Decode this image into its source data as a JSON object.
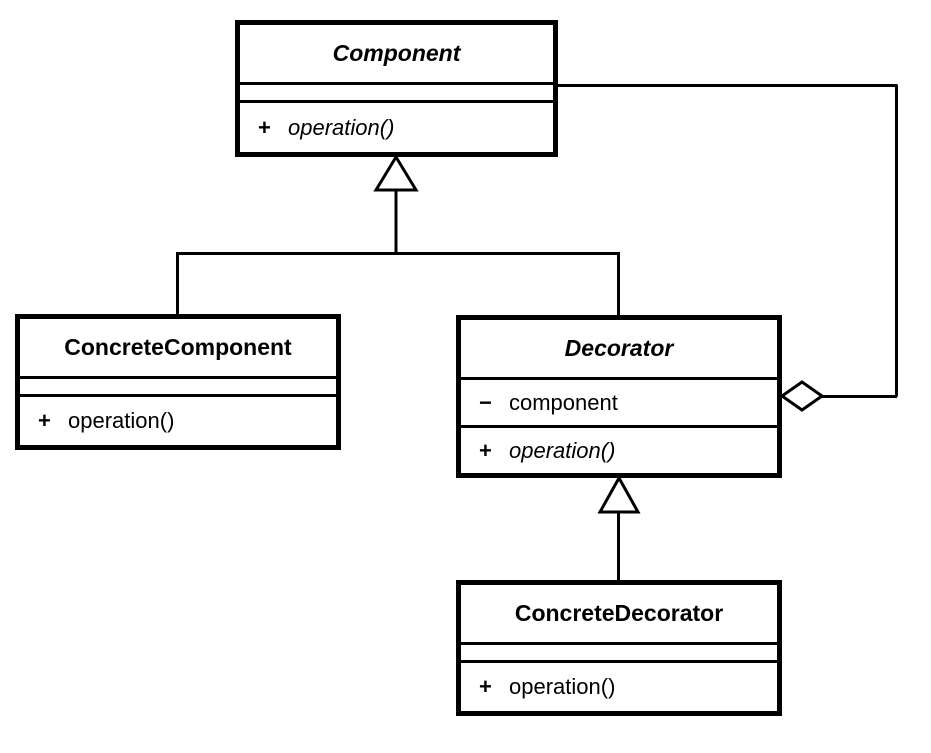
{
  "diagram": {
    "type": "uml-class-diagram",
    "pattern": "Decorator",
    "background_color": "#ffffff",
    "line_color": "#000000",
    "classes": [
      {
        "id": "component",
        "name": "Component",
        "abstract": true,
        "attributes": [],
        "operations": [
          {
            "visibility": "+",
            "name": "operation()",
            "abstract": true
          }
        ]
      },
      {
        "id": "concrete-component",
        "name": "ConcreteComponent",
        "abstract": false,
        "attributes": [],
        "operations": [
          {
            "visibility": "+",
            "name": "operation()",
            "abstract": false
          }
        ]
      },
      {
        "id": "decorator",
        "name": "Decorator",
        "abstract": true,
        "attributes": [
          {
            "visibility": "−",
            "name": "component",
            "abstract": false
          }
        ],
        "operations": [
          {
            "visibility": "+",
            "name": "operation()",
            "abstract": true
          }
        ]
      },
      {
        "id": "concrete-decorator",
        "name": "ConcreteDecorator",
        "abstract": false,
        "attributes": [],
        "operations": [
          {
            "visibility": "+",
            "name": "operation()",
            "abstract": false
          }
        ]
      }
    ],
    "relationships": [
      {
        "id": "generalization-concrete-component",
        "kind": "generalization",
        "source": "ConcreteComponent",
        "target": "Component",
        "marker": "hollow-triangle"
      },
      {
        "id": "generalization-decorator",
        "kind": "generalization",
        "source": "Decorator",
        "target": "Component",
        "marker": "hollow-triangle"
      },
      {
        "id": "generalization-concrete-decorator",
        "kind": "generalization",
        "source": "ConcreteDecorator",
        "target": "Decorator",
        "marker": "hollow-triangle"
      },
      {
        "id": "aggregation-decorator-component",
        "kind": "aggregation",
        "source": "Decorator",
        "target": "Component",
        "marker": "hollow-diamond"
      }
    ]
  }
}
